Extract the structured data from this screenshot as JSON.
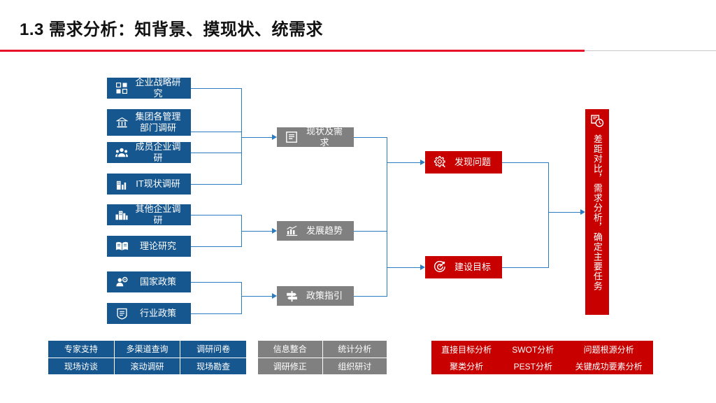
{
  "header": {
    "title": "1.3 需求分析：知背景、摸现状、统需求",
    "accent_red": "#e8122a"
  },
  "colors": {
    "blue": "#17578f",
    "gray": "#808080",
    "red": "#c80000",
    "connector": "#2b7cc0"
  },
  "inputs": {
    "group_a": [
      {
        "label": "企业战略研究",
        "icon": "grid-squares-icon"
      },
      {
        "label": "集团各管理\n部门调研",
        "icon": "bank-building-icon"
      },
      {
        "label": "成员企业调研",
        "icon": "people-group-icon"
      },
      {
        "label": "IT现状调研",
        "icon": "server-chart-icon"
      }
    ],
    "group_b": [
      {
        "label": "其他企业调研",
        "icon": "city-buildings-icon"
      },
      {
        "label": "理论研究",
        "icon": "open-book-icon"
      }
    ],
    "group_c": [
      {
        "label": "国家政策",
        "icon": "people-settings-icon"
      },
      {
        "label": "行业政策",
        "icon": "policy-shield-icon"
      }
    ]
  },
  "stage_two": [
    {
      "label": "现状及需求",
      "icon": "document-lines-icon"
    },
    {
      "label": "发展趋势",
      "icon": "bar-chart-trend-icon"
    },
    {
      "label": "政策指引",
      "icon": "signpost-icon"
    }
  ],
  "stage_three": [
    {
      "label": "发现问题",
      "icon": "gear-search-icon"
    },
    {
      "label": "建设目标",
      "icon": "target-arrow-icon"
    }
  ],
  "summary": {
    "label": "差距对比，需求分析，确定主要任务",
    "icon": "document-clock-icon"
  },
  "methods": {
    "blue_table": {
      "rows": [
        [
          "专家支持",
          "多渠道查询",
          "调研问卷"
        ],
        [
          "现场访谈",
          "滚动调研",
          "现场勘查"
        ]
      ]
    },
    "gray_table": {
      "rows": [
        [
          "信息整合",
          "统计分析"
        ],
        [
          "调研修正",
          "组织研讨"
        ]
      ]
    },
    "red_table": {
      "rows": [
        [
          "直接目标分析",
          "SWOT分析",
          "问题根源分析"
        ],
        [
          "聚类分析",
          "PEST分析",
          "关键成功要素分析"
        ]
      ]
    }
  }
}
